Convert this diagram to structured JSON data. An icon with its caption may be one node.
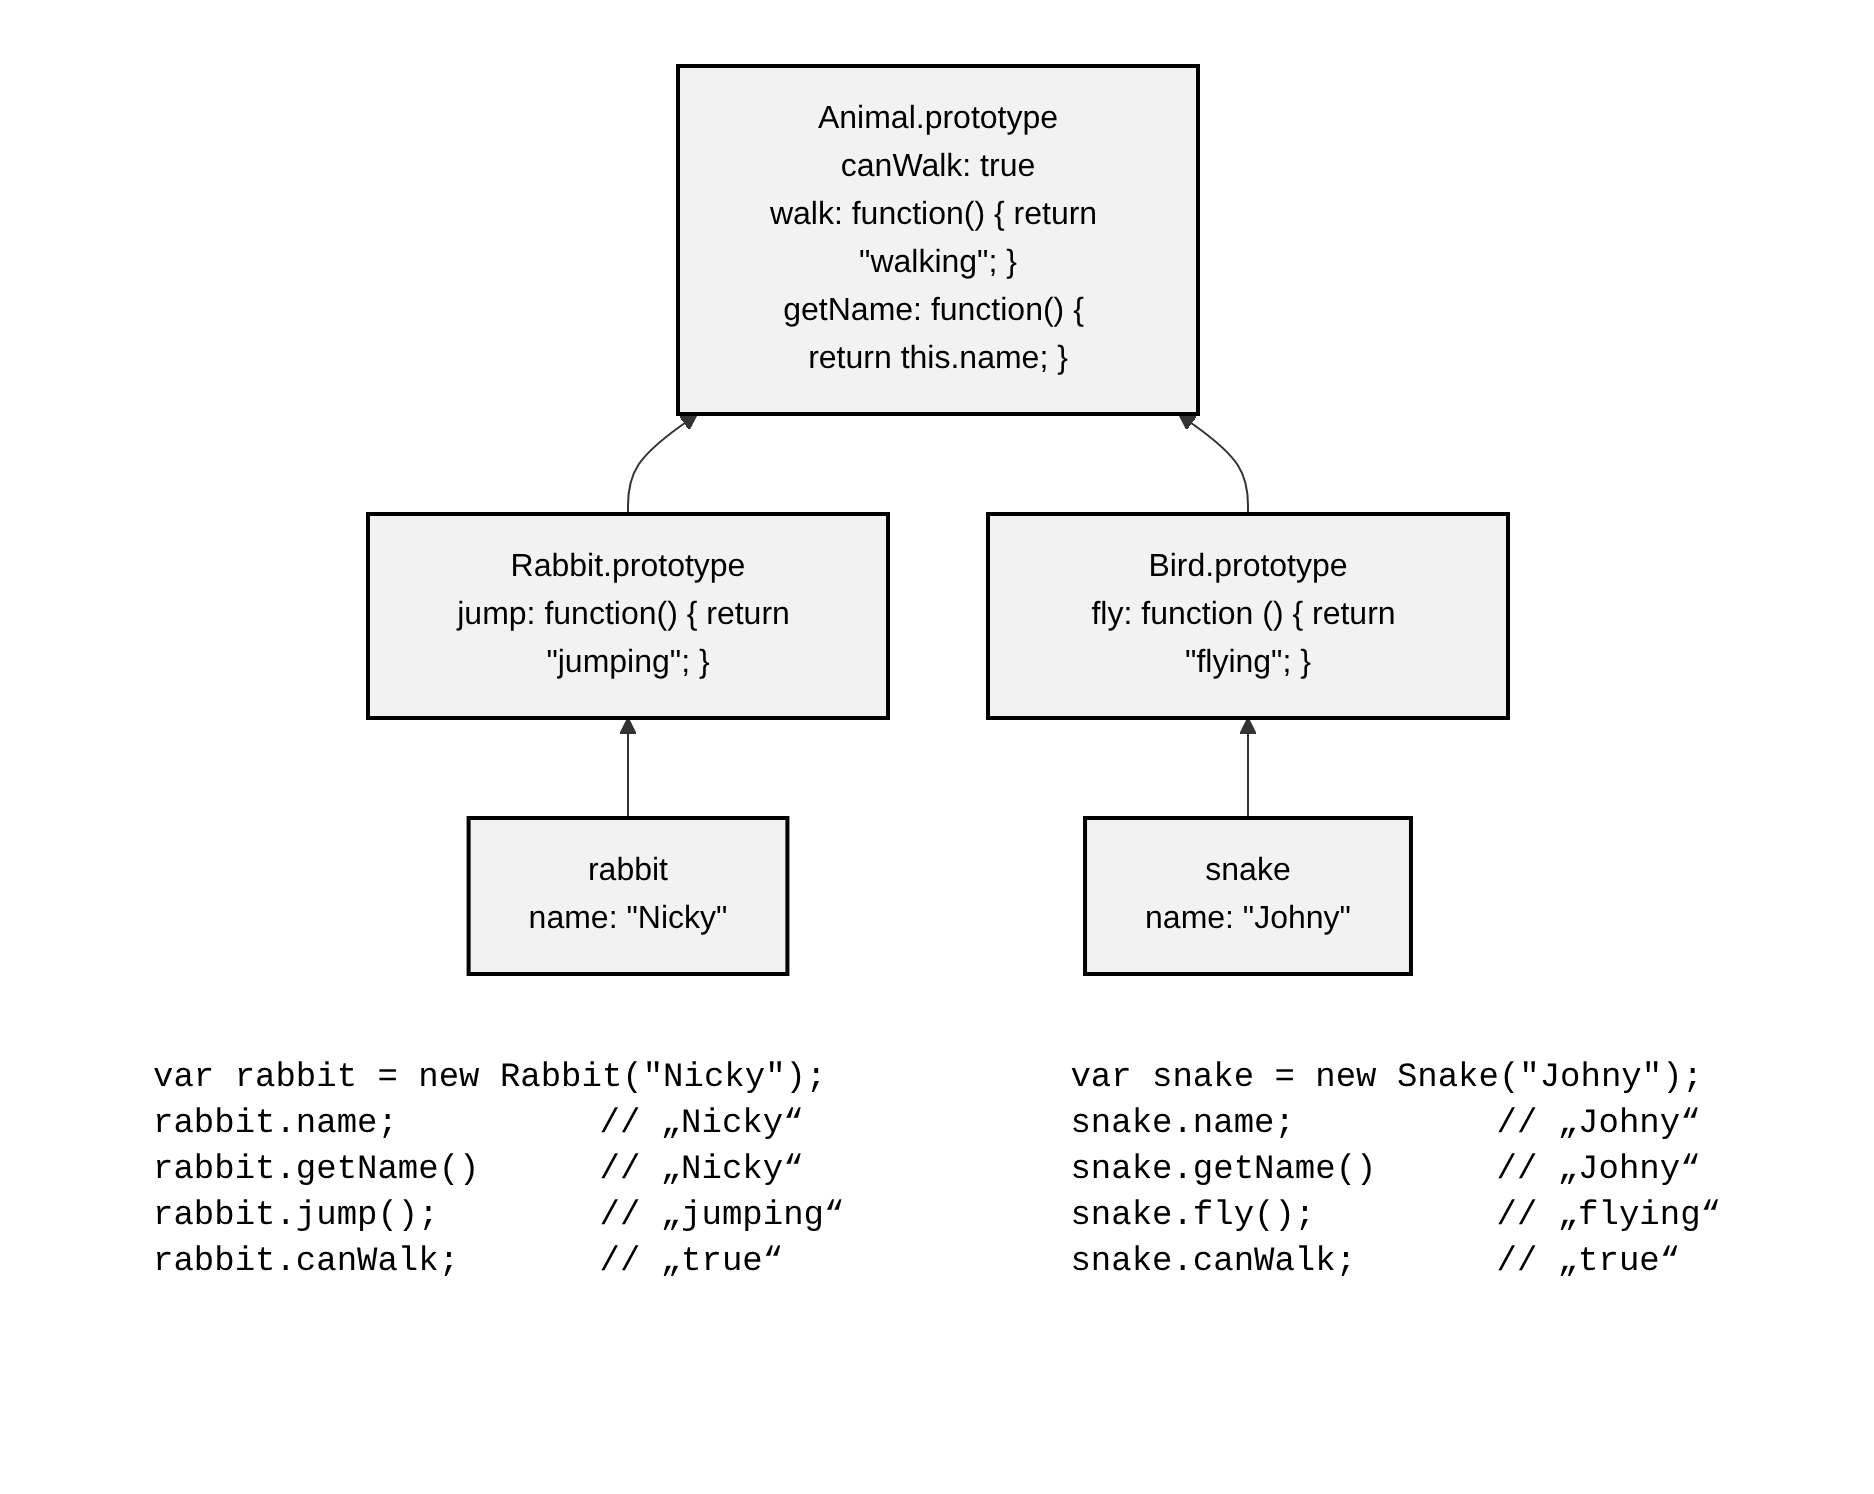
{
  "diagram": {
    "nodes": [
      {
        "text": [
          "Animal.prototype",
          "canWalk: true",
          "walk: function() { return \"walking\"; }",
          "getName: function() { return this.name; }"
        ]
      },
      {
        "text": [
          "Rabbit.prototype",
          "jump: function() { return \"jumping\"; }"
        ]
      },
      {
        "text": [
          "Bird.prototype",
          "fly: function () { return \"flying\"; }"
        ]
      },
      {
        "text": [
          "rabbit",
          "name: \"Nicky\""
        ]
      },
      {
        "text": [
          "snake",
          "name: \"Johny\""
        ]
      }
    ],
    "edges": [
      {
        "from": 1,
        "to": 0,
        "arrow": "to"
      },
      {
        "from": 2,
        "to": 0,
        "arrow": "to"
      },
      {
        "from": 3,
        "to": 1,
        "arrow": "to"
      },
      {
        "from": 4,
        "to": 2,
        "arrow": "to"
      }
    ],
    "labels": [
      "var rabbit = new Rabbit(\"Nicky\");",
      "rabbit.name;",
      "// „Nicky“",
      "rabbit.getName()",
      "// „Nicky“",
      "rabbit.jump();",
      "// „jumping“",
      "rabbit.canWalk;",
      "// „true“",
      "var snake = new Snake(\"Johny\");",
      "snake.name;",
      "// „Johny“",
      "snake.getName()",
      "// „Johny“",
      "snake.fly();",
      "// „flying“",
      "snake.canWalk;",
      "// „true“"
    ]
  }
}
